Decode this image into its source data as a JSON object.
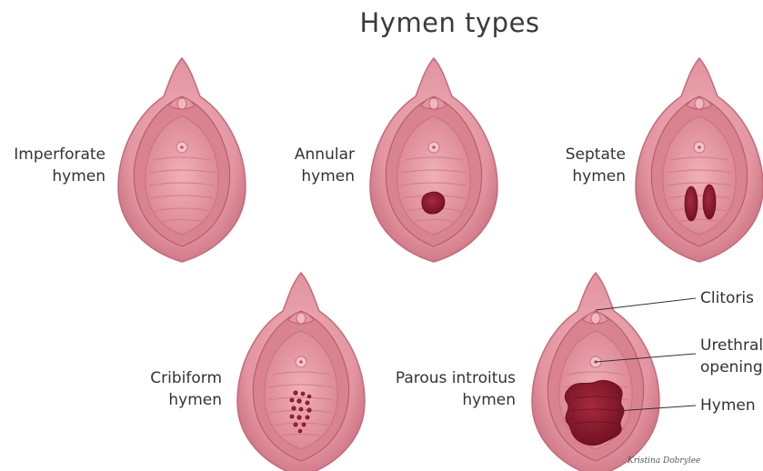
{
  "title": "Hymen types",
  "types": [
    {
      "name_line1": "Imperforate",
      "name_line2": "hymen",
      "opening": "none"
    },
    {
      "name_line1": "Annular",
      "name_line2": "hymen",
      "opening": "annular"
    },
    {
      "name_line1": "Septate",
      "name_line2": "hymen",
      "opening": "septate"
    },
    {
      "name_line1": "Cribiform",
      "name_line2": "hymen",
      "opening": "cribriform"
    },
    {
      "name_line1": "Parous introitus",
      "name_line2": "hymen",
      "opening": "parous"
    }
  ],
  "callouts": {
    "clitoris": "Clitoris",
    "urethral_line1": "Urethral",
    "urethral_line2": "opening",
    "hymen": "Hymen"
  },
  "colors": {
    "outer_labia": "#e49aa5",
    "outer_edge": "#c86f7e",
    "inner_labia": "#d9808e",
    "vestibule": "#e8a0a8",
    "opening": "#8e1a2e",
    "opening_edge": "#6e0f20"
  },
  "signature": "Kristina Dobrylee"
}
